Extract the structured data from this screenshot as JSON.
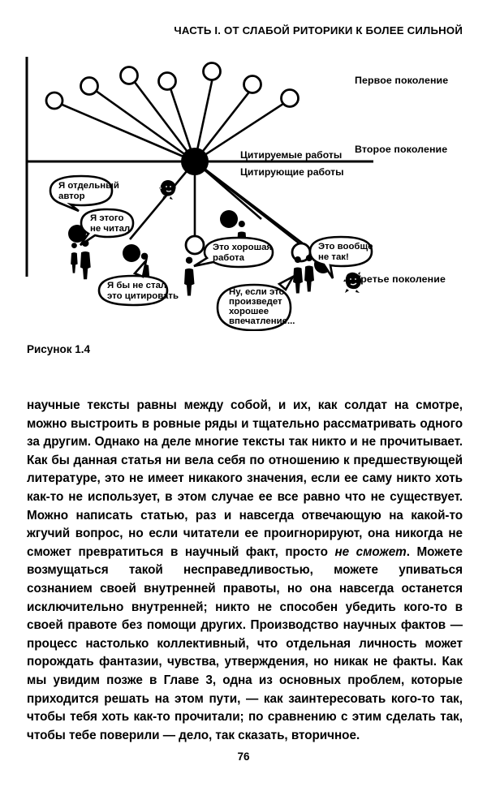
{
  "running_head": "ЧАСТЬ I. ОТ СЛАБОЙ РИТОРИКИ К БОЛЕЕ СИЛЬНОЙ",
  "figure": {
    "caption": "Рисунок 1.4",
    "axis_labels": {
      "cited_works": "Цитируемые работы",
      "citing_works": "Цитирующие работы"
    },
    "generations": [
      {
        "label": "Первое поколение"
      },
      {
        "label": "Второе поколение"
      },
      {
        "label": "Третье поколение"
      }
    ],
    "bubbles": [
      {
        "id": "separate-author",
        "lines": [
          "Я отдельный",
          "автор"
        ]
      },
      {
        "id": "not-read",
        "lines": [
          "Я этого",
          "не читал"
        ]
      },
      {
        "id": "would-not-cite",
        "lines": [
          "Я бы не стал",
          "это цитировать"
        ]
      },
      {
        "id": "good-work",
        "lines": [
          "Это хорошая",
          "работа"
        ]
      },
      {
        "id": "not-like-that",
        "lines": [
          "Это вообще",
          "не так!"
        ]
      },
      {
        "id": "good-impression",
        "lines": [
          "Ну, если это",
          "произведет",
          "хорошее",
          "впечатление..."
        ]
      }
    ],
    "colors": {
      "ink": "#000000",
      "paper": "#ffffff"
    }
  },
  "body": {
    "paragraph_pre": "научные тексты равны между собой, и их, как солдат на смотре, можно выстроить в ровные ряды и тщательно рассматривать одного за другим. Однако на деле многие тексты так никто и не прочитывает. Как бы данная статья ни вела себя по отношению к предшествующей литературе, это не имеет никакого значения, если ее саму никто хоть как-то не использует, в этом случае ее все равно что не существует. Можно написать статью, раз и навсегда отвечающую на какой-то жгучий вопрос, но если читатели ее проигнорируют, она никогда не сможет превратиться в научный факт, просто ",
    "emphasis": "не сможет",
    "paragraph_post": ". Можете возмущаться такой несправедливостью, можете упиваться сознанием своей внутренней правоты, но она навсегда останется исключительно внутренней; никто не способен убедить кого-то в своей правоте без помощи других. Производство научных фактов — процесс настолько коллективный, что отдельная личность может порождать фантазии, чувства, утверждения, но никак не факты. Как мы увидим позже в Главе 3, одна из основных проблем, которые приходится решать на этом пути, — как заинтересовать кого-то так, чтобы тебя хоть как-то прочитали; по сравнению с этим сделать так, чтобы тебе поверили — дело, так сказать, вторичное."
  },
  "page_number": "76"
}
